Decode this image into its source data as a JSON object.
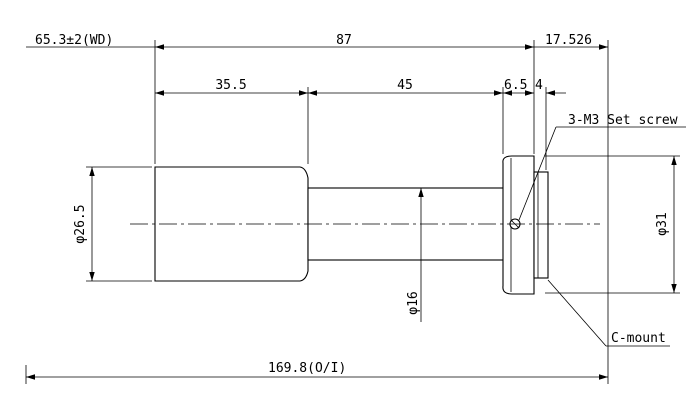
{
  "dimensions": {
    "wd": "65.3±2(WD)",
    "body_length": "87",
    "flange_offset": "17.526",
    "front_length": "35.5",
    "tube_length": "45",
    "ring_width": "6.5",
    "flange_width": "4",
    "overall_length": "169.8(O/I)",
    "front_diameter": "φ26.5",
    "tube_diameter": "φ16",
    "mount_diameter": "φ31"
  },
  "callouts": {
    "set_screw": "3-M3 Set screw",
    "mount": "C-mount"
  }
}
